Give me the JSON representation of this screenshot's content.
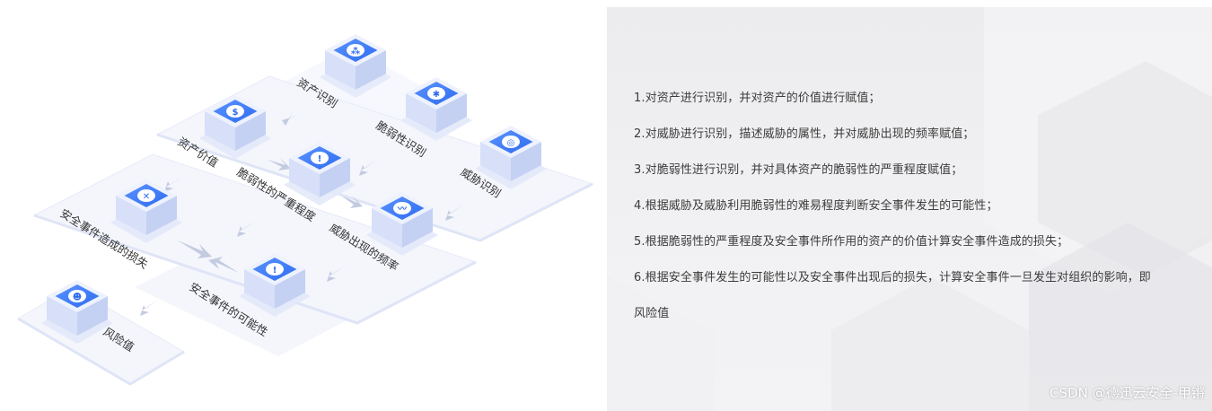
{
  "diagram": {
    "nodes": [
      {
        "id": "asset-id",
        "label": "资产识别",
        "icon": "asset-cluster-icon"
      },
      {
        "id": "vuln-id",
        "label": "脆弱性识别",
        "icon": "bug-icon"
      },
      {
        "id": "threat-id",
        "label": "威胁识别",
        "icon": "threat-target-icon"
      },
      {
        "id": "asset-value",
        "label": "资产价值",
        "icon": "dollar-icon"
      },
      {
        "id": "vuln-severity",
        "label": "脆弱性的严重程度",
        "icon": "exclamation-icon"
      },
      {
        "id": "threat-freq",
        "label": "威胁出现的频率",
        "icon": "pulse-icon"
      },
      {
        "id": "loss",
        "label": "安全事件造成的损失",
        "icon": "close-icon"
      },
      {
        "id": "likelihood",
        "label": "安全事件的可能性",
        "icon": "alert-icon"
      },
      {
        "id": "risk",
        "label": "风险值",
        "icon": "risk-icon"
      }
    ]
  },
  "steps": [
    "1.对资产进行识别，并对资产的价值进行赋值；",
    "2.对威胁进行识别，描述威胁的属性，并对威胁出现的频率赋值；",
    "3.对脆弱性进行识别，并对具体资产的脆弱性的严重程度赋值；",
    "4.根据威胁及威胁利用脆弱性的难易程度判断安全事件发生的可能性；",
    "5.根据脆弱性的严重程度及安全事件所作用的资产的价值计算安全事件造成的损失；",
    "6.根据安全事件发生的可能性以及安全事件出现后的损失，计算安全事件一旦发生对组织的影响，即",
    "风险值"
  ],
  "watermark": "CSDN @德迅云安全-甲锵",
  "colors": {
    "icon_blue": "#3d7cf5",
    "cube_light": "#e6ecfd",
    "arrow": "#c3cbe0",
    "panel_bg": "#efeff1"
  }
}
